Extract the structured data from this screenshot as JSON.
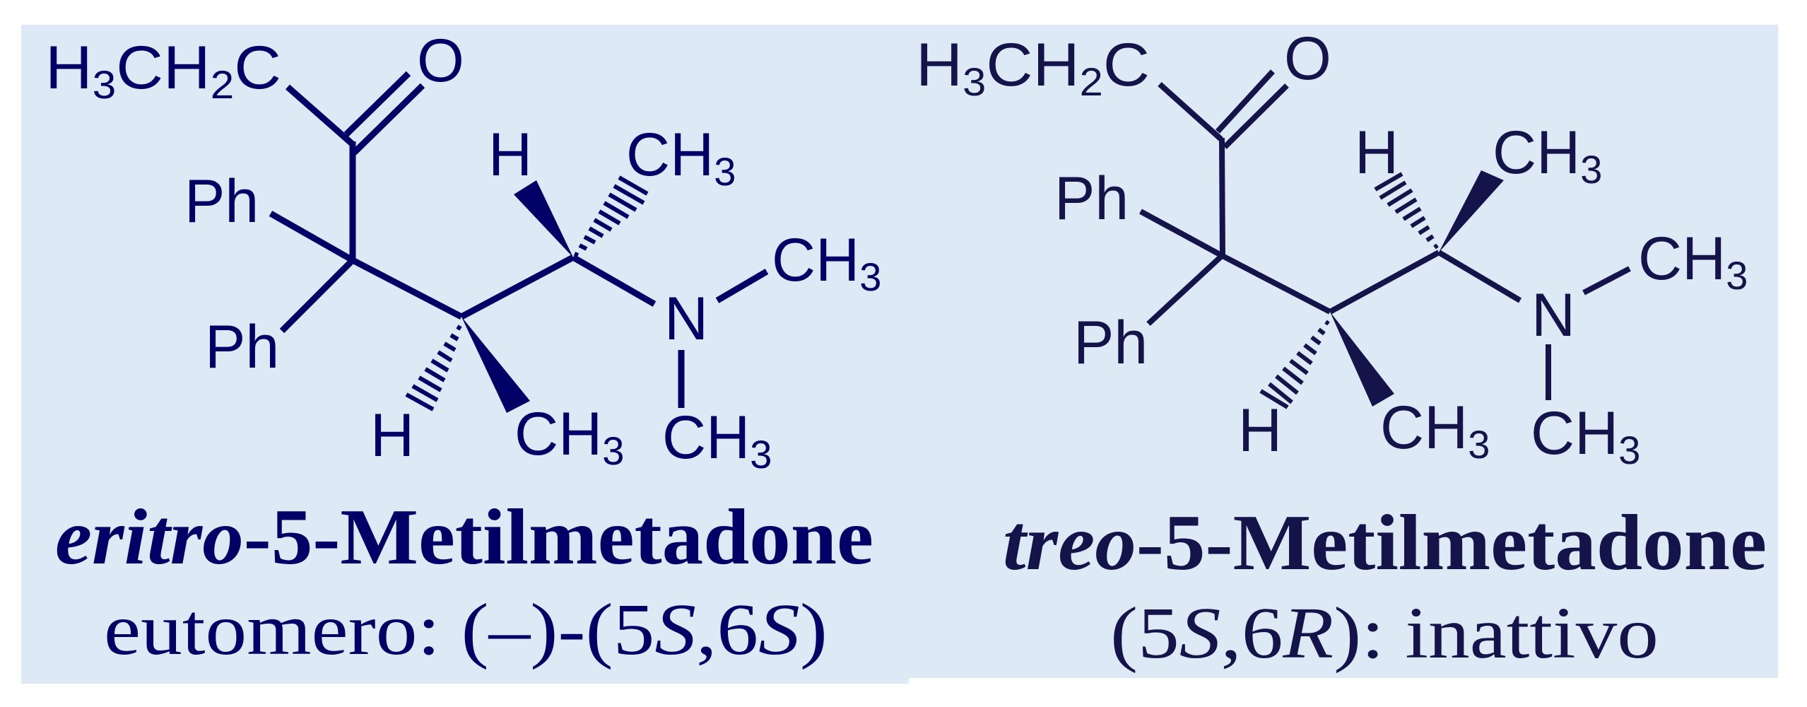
{
  "colors": {
    "panel_background": "#dde9f5",
    "page_background": "#ffffff",
    "ink_left": "#000066",
    "ink_right": "#14144a"
  },
  "left_panel": {
    "molecule": {
      "ethyl_label": {
        "h": "H",
        "h_sub": "3",
        "ch": "CH",
        "ch_sub": "2",
        "c": "C"
      },
      "oxygen": "O",
      "phenyl_upper": "Ph",
      "phenyl_lower": "Ph",
      "c6_hydrogen": "H",
      "c6_methyl": {
        "main": "CH",
        "sub": "3"
      },
      "nitrogen": "N",
      "n_methyl_right": {
        "main": "CH",
        "sub": "3"
      },
      "n_methyl_bottom": {
        "main": "CH",
        "sub": "3"
      },
      "c5_hydrogen": "H",
      "c5_methyl": {
        "main": "CH",
        "sub": "3"
      },
      "stereo": {
        "c6_h": "wedge",
        "c6_ch3": "hash",
        "c5_h": "hash",
        "c5_ch3": "wedge"
      }
    },
    "title": {
      "prefix": "eritro",
      "rest": "-5-Metilmetadone"
    },
    "subtitle": {
      "t1": "eutomero: (–)-(5",
      "t2": "S",
      "t3": ",6",
      "t4": "S",
      "t5": ")"
    }
  },
  "right_panel": {
    "molecule": {
      "ethyl_label": {
        "h": "H",
        "h_sub": "3",
        "ch": "CH",
        "ch_sub": "2",
        "c": "C"
      },
      "oxygen": "O",
      "phenyl_upper": "Ph",
      "phenyl_lower": "Ph",
      "c6_hydrogen": "H",
      "c6_methyl": {
        "main": "CH",
        "sub": "3"
      },
      "nitrogen": "N",
      "n_methyl_right": {
        "main": "CH",
        "sub": "3"
      },
      "n_methyl_bottom": {
        "main": "CH",
        "sub": "3"
      },
      "c5_hydrogen": "H",
      "c5_methyl": {
        "main": "CH",
        "sub": "3"
      },
      "stereo": {
        "c6_h": "hash",
        "c6_ch3": "wedge",
        "c5_h": "hash",
        "c5_ch3": "wedge"
      }
    },
    "title": {
      "prefix": "treo",
      "rest": "-5-Metilmetadone"
    },
    "subtitle": {
      "t1": "(5",
      "t2": "S",
      "t3": ",6",
      "t4": "R",
      "t5": "): inattivo"
    }
  }
}
